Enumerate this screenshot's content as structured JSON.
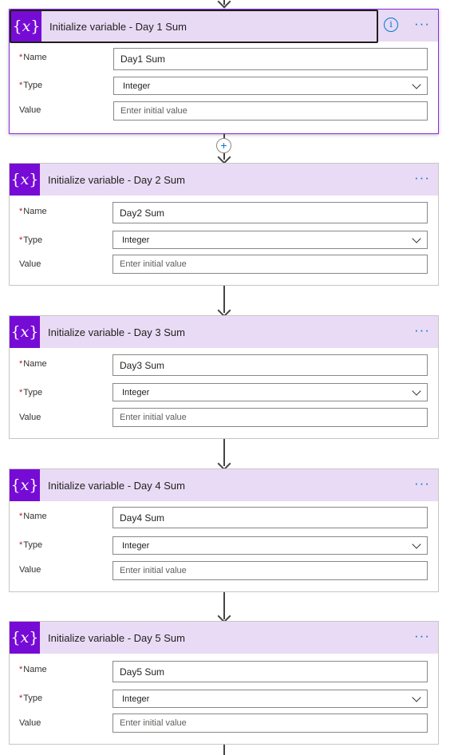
{
  "cards": [
    {
      "title": "Initialize variable - Day 1 Sum",
      "name_label": "Name",
      "name_value": "Day1 Sum",
      "type_label": "Type",
      "type_value": "Integer",
      "value_label": "Value",
      "value_placeholder": "Enter initial value"
    },
    {
      "title": "Initialize variable - Day 2 Sum",
      "name_label": "Name",
      "name_value": "Day2 Sum",
      "type_label": "Type",
      "type_value": "Integer",
      "value_label": "Value",
      "value_placeholder": "Enter initial value"
    },
    {
      "title": "Initialize variable - Day 3 Sum",
      "name_label": "Name",
      "name_value": "Day3 Sum",
      "type_label": "Type",
      "type_value": "Integer",
      "value_label": "Value",
      "value_placeholder": "Enter initial value"
    },
    {
      "title": "Initialize variable - Day 4 Sum",
      "name_label": "Name",
      "name_value": "Day4 Sum",
      "type_label": "Type",
      "type_value": "Integer",
      "value_label": "Value",
      "value_placeholder": "Enter initial value"
    },
    {
      "title": "Initialize variable - Day 5 Sum",
      "name_label": "Name",
      "name_value": "Day5 Sum",
      "type_label": "Type",
      "type_value": "Integer",
      "value_label": "Value",
      "value_placeholder": "Enter initial value"
    }
  ],
  "icons": {
    "variable": "variable-icon",
    "info": "info-icon",
    "more": "more-options-icon",
    "chevron": "chevron-down-icon",
    "add": "add-step-icon",
    "arrow": "arrow-down-icon"
  },
  "colors": {
    "header_bg": "#e9dbf5",
    "icon_bg": "#770bd6",
    "accent": "#0078d4",
    "required": "#a4262c"
  }
}
